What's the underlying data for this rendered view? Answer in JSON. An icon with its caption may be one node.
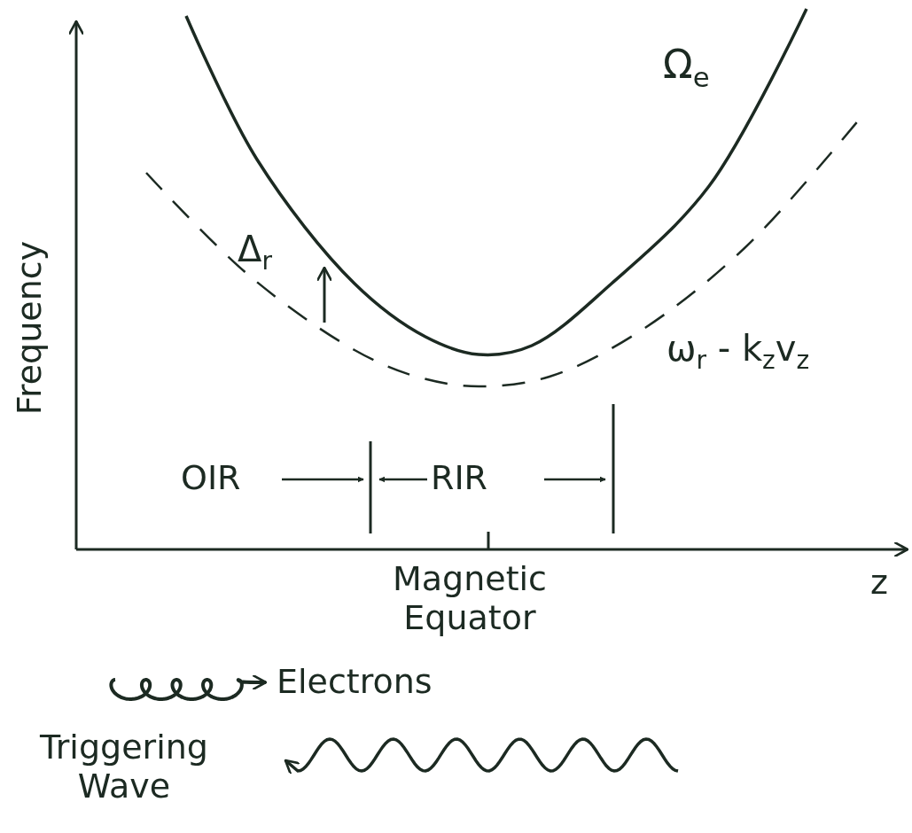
{
  "diagram": {
    "labels": [
      "Ω$_{e}$",
      "Frequency",
      "Δ$_{r}$",
      "ω$_{r}$ - k$_{z}$v$_{z}$",
      "OIR",
      "RIR",
      "Magnetic Equator",
      "z",
      "Electrons",
      "Triggering Wave"
    ]
  }
}
